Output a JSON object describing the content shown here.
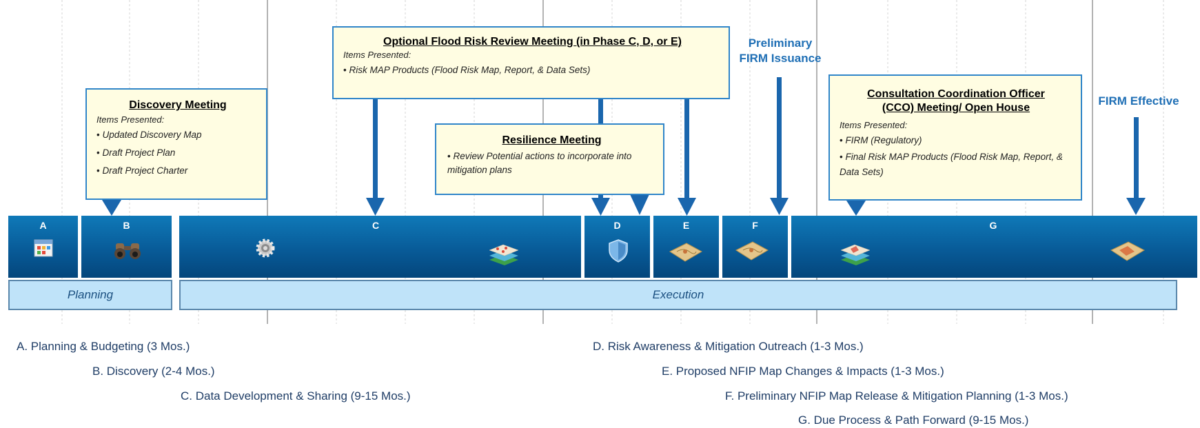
{
  "discovery_meeting": {
    "title": "Discovery Meeting",
    "subtitle": "Items Presented:",
    "items": [
      "Updated Discovery Map",
      "Draft Project Plan",
      "Draft Project Charter"
    ]
  },
  "flood_risk_meeting": {
    "title": "Optional Flood Risk Review Meeting (in Phase C, D, or E)",
    "subtitle": "Items Presented:",
    "items": [
      "Risk MAP Products (Flood Risk Map, Report, & Data Sets)"
    ]
  },
  "resilience_meeting": {
    "title": "Resilience Meeting",
    "items": [
      "Review Potential actions to incorporate into mitigation plans"
    ]
  },
  "cco_meeting": {
    "title_line1": "Consultation Coordination Officer",
    "title_line2": "(CCO) Meeting/ Open House",
    "subtitle": "Items Presented:",
    "items": [
      "FIRM (Regulatory)",
      "Final Risk MAP Products (Flood Risk Map, Report, & Data Sets)"
    ]
  },
  "milestones": {
    "preliminary_line1": "Preliminary",
    "preliminary_line2": "FIRM Issuance",
    "effective": "FIRM Effective"
  },
  "phases": [
    {
      "letter": "A",
      "icon": "calendar-icon"
    },
    {
      "letter": "B",
      "icon": "binoculars-icon"
    },
    {
      "letter": "C",
      "icon": "gear-icon"
    },
    {
      "letter": "D",
      "icon": "shield-icon"
    },
    {
      "letter": "E",
      "icon": "map-icon"
    },
    {
      "letter": "F",
      "icon": "map-icon"
    },
    {
      "letter": "G",
      "icon": "map-icon"
    }
  ],
  "stages": {
    "planning": "Planning",
    "execution": "Execution"
  },
  "legend": [
    "A.  Planning & Budgeting (3 Mos.)",
    "B.  Discovery (2-4 Mos.)",
    "C.  Data Development & Sharing (9-15 Mos.)",
    "D. Risk Awareness & Mitigation Outreach (1-3 Mos.)",
    "E. Proposed NFIP Map Changes & Impacts (1-3 Mos.)",
    "F. Preliminary NFIP Map Release & Mitigation Planning (1-3 Mos.)",
    "G. Due Process & Path Forward (9-15 Mos.)"
  ],
  "colors": {
    "phase_bar": "#085b98",
    "box_border": "#2f85c9",
    "box_fill": "#fffde2",
    "arrow": "#1a66ad",
    "stage_bar": "#bfe3f9"
  }
}
